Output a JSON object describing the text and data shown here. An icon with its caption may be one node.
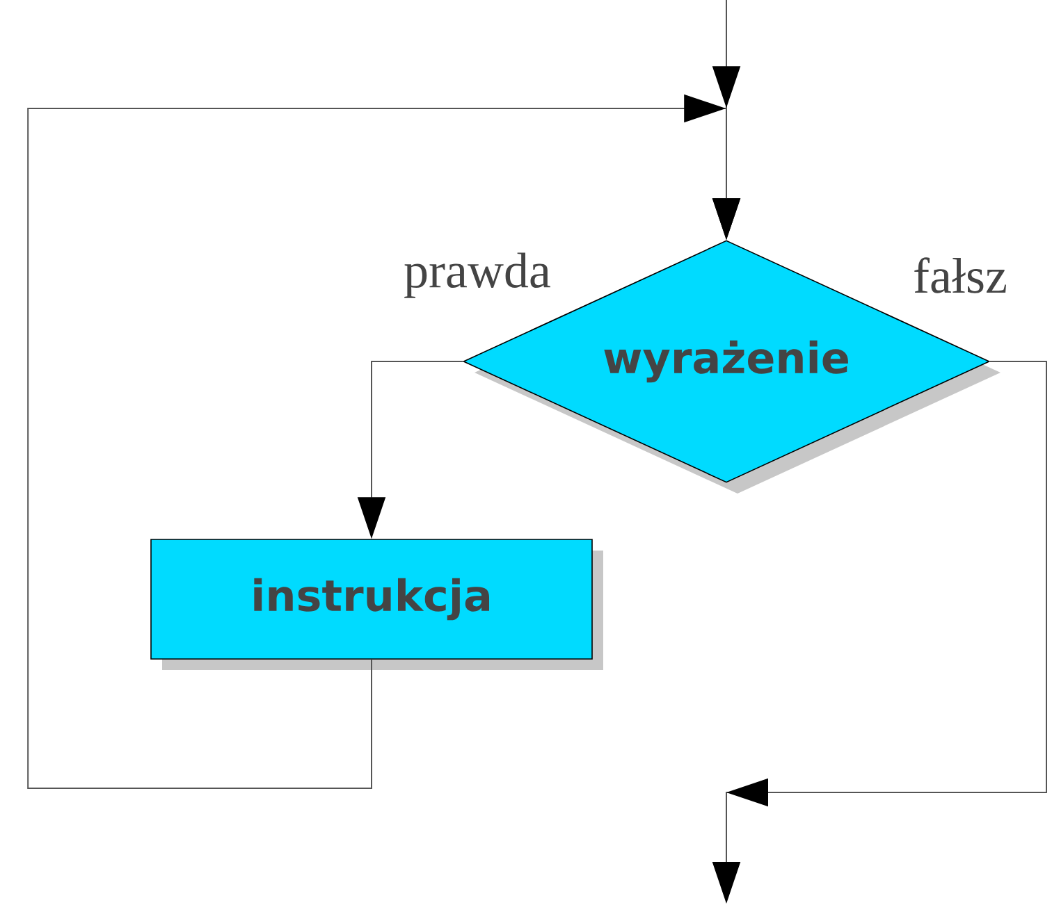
{
  "diagram": {
    "nodes": [
      {
        "text": [
          "wyrażenie"
        ]
      },
      {
        "text": [
          "instrukcja"
        ]
      }
    ],
    "edges": [
      {
        "from": null,
        "to": 0,
        "arrow": "to"
      },
      {
        "from": 1,
        "to": 0,
        "arrow": "to"
      },
      {
        "from": 0,
        "to": 1,
        "arrow": "to",
        "label": "prawda"
      },
      {
        "from": 0,
        "to": null,
        "arrow": "to",
        "label": "fałsz"
      }
    ]
  }
}
